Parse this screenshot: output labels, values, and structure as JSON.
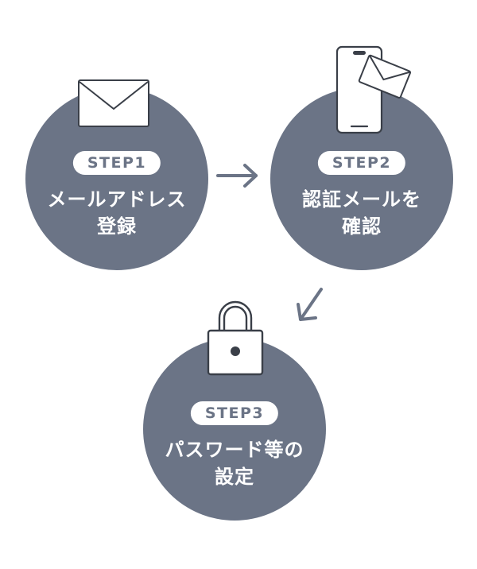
{
  "steps": [
    {
      "badge": "STEP1",
      "line1": "メールアドレス",
      "line2": "登録",
      "icon": "envelope-icon"
    },
    {
      "badge": "STEP2",
      "line1": "認証メールを",
      "line2": "確認",
      "icon": "smartphone-mail-icon"
    },
    {
      "badge": "STEP3",
      "line1": "パスワード等の",
      "line2": "設定",
      "icon": "padlock-icon"
    }
  ],
  "colors": {
    "circle": "#6b7486",
    "badge_bg": "#ffffff",
    "text": "#ffffff",
    "icon_stroke": "#3a3f48",
    "arrow": "#6b7486"
  }
}
